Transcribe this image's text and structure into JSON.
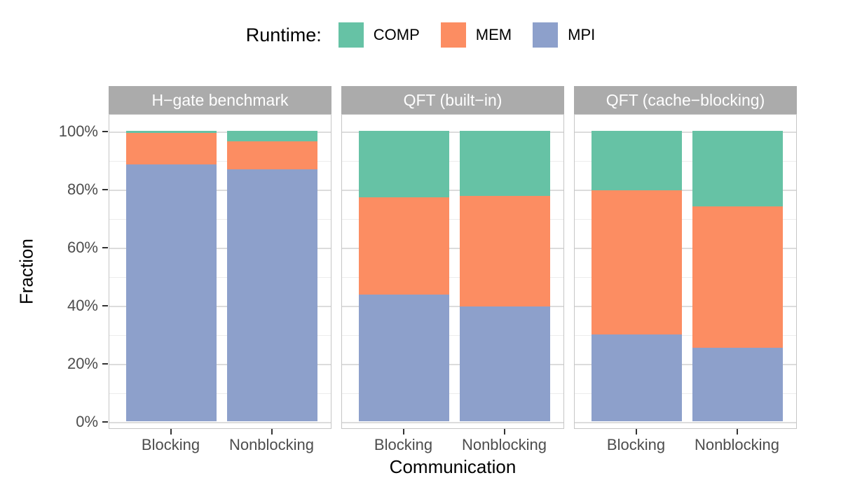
{
  "legend": {
    "title": "Runtime:",
    "entries": [
      {
        "label": "COMP",
        "color": "#66C2A5"
      },
      {
        "label": "MEM",
        "color": "#FC8D62"
      },
      {
        "label": "MPI",
        "color": "#8DA0CB"
      }
    ]
  },
  "colors": {
    "comp_green": "#66C2A5",
    "mem_orange": "#FC8D62",
    "mpi_blue": "#8DA0CB",
    "strip_background": "#ABABAB",
    "strip_text": "#FFFFFF",
    "grid_major": "#DCDCDC",
    "grid_minor": "#ECECEC",
    "panel_border": "#C6C6C6",
    "tick_text": "#4D4D4D",
    "axis_title_text": "#000000"
  },
  "chart_data": {
    "type": "bar",
    "stacked": true,
    "orientation": "vertical",
    "unit": "percent",
    "legend_title": "Runtime:",
    "legend_position": "top",
    "grid": true,
    "xlabel": "Communication",
    "ylabel": "Fraction",
    "ylim": [
      0,
      100
    ],
    "categories": [
      "Blocking",
      "Nonblocking"
    ],
    "stack_order_bottom_to_top": [
      "MPI",
      "MEM",
      "COMP"
    ],
    "series_colors": {
      "COMP": "#66C2A5",
      "MEM": "#FC8D62",
      "MPI": "#8DA0CB"
    },
    "y_ticks": [
      {
        "value": 0,
        "label": "0%"
      },
      {
        "value": 20,
        "label": "20%"
      },
      {
        "value": 40,
        "label": "40%"
      },
      {
        "value": 60,
        "label": "60%"
      },
      {
        "value": 80,
        "label": "80%"
      },
      {
        "value": 100,
        "label": "100%"
      }
    ],
    "y_minor_ticks": [
      10,
      30,
      50,
      70,
      90
    ],
    "facets": [
      {
        "label": "H−gate benchmark",
        "series": [
          {
            "name": "COMP",
            "values": [
              0.7,
              3.6
            ]
          },
          {
            "name": "MEM",
            "values": [
              10.8,
              9.7
            ]
          },
          {
            "name": "MPI",
            "values": [
              88.5,
              86.7
            ]
          }
        ]
      },
      {
        "label": "QFT (built−in)",
        "series": [
          {
            "name": "COMP",
            "values": [
              22.9,
              22.4
            ]
          },
          {
            "name": "MEM",
            "values": [
              33.6,
              38.1
            ]
          },
          {
            "name": "MPI",
            "values": [
              43.5,
              39.5
            ]
          }
        ]
      },
      {
        "label": "QFT (cache−blocking)",
        "series": [
          {
            "name": "COMP",
            "values": [
              20.5,
              26.0
            ]
          },
          {
            "name": "MEM",
            "values": [
              49.7,
              48.7
            ]
          },
          {
            "name": "MPI",
            "values": [
              29.8,
              25.3
            ]
          }
        ]
      }
    ]
  }
}
